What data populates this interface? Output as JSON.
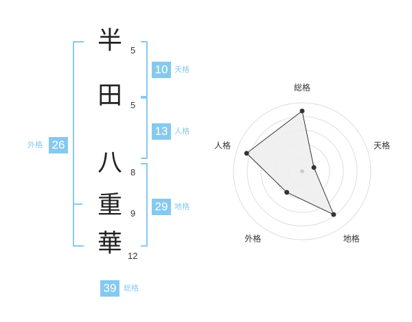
{
  "name": {
    "chars": [
      {
        "kanji": "半",
        "strokes": "5"
      },
      {
        "kanji": "田",
        "strokes": "5"
      },
      {
        "kanji": "八",
        "strokes": "8"
      },
      {
        "kanji": "重",
        "strokes": "9"
      },
      {
        "kanji": "華",
        "strokes": "12"
      }
    ]
  },
  "kaku": {
    "tenkaku": {
      "value": "10",
      "label": "天格"
    },
    "jinkaku": {
      "value": "13",
      "label": "人格"
    },
    "chikaku": {
      "value": "29",
      "label": "地格"
    },
    "gaikaku": {
      "value": "26",
      "label": "外格"
    },
    "soukaku": {
      "value": "39",
      "label": "総格"
    }
  },
  "colors": {
    "accent": "#86c9f0",
    "text": "#222222",
    "polygon_fill": "#eeeeee"
  },
  "chart_data": {
    "type": "radar",
    "axes": [
      "総格",
      "天格",
      "地格",
      "外格",
      "人格"
    ],
    "values": [
      0.88,
      0.18,
      0.78,
      0.38,
      0.85
    ],
    "max": 1,
    "rings": 5
  }
}
